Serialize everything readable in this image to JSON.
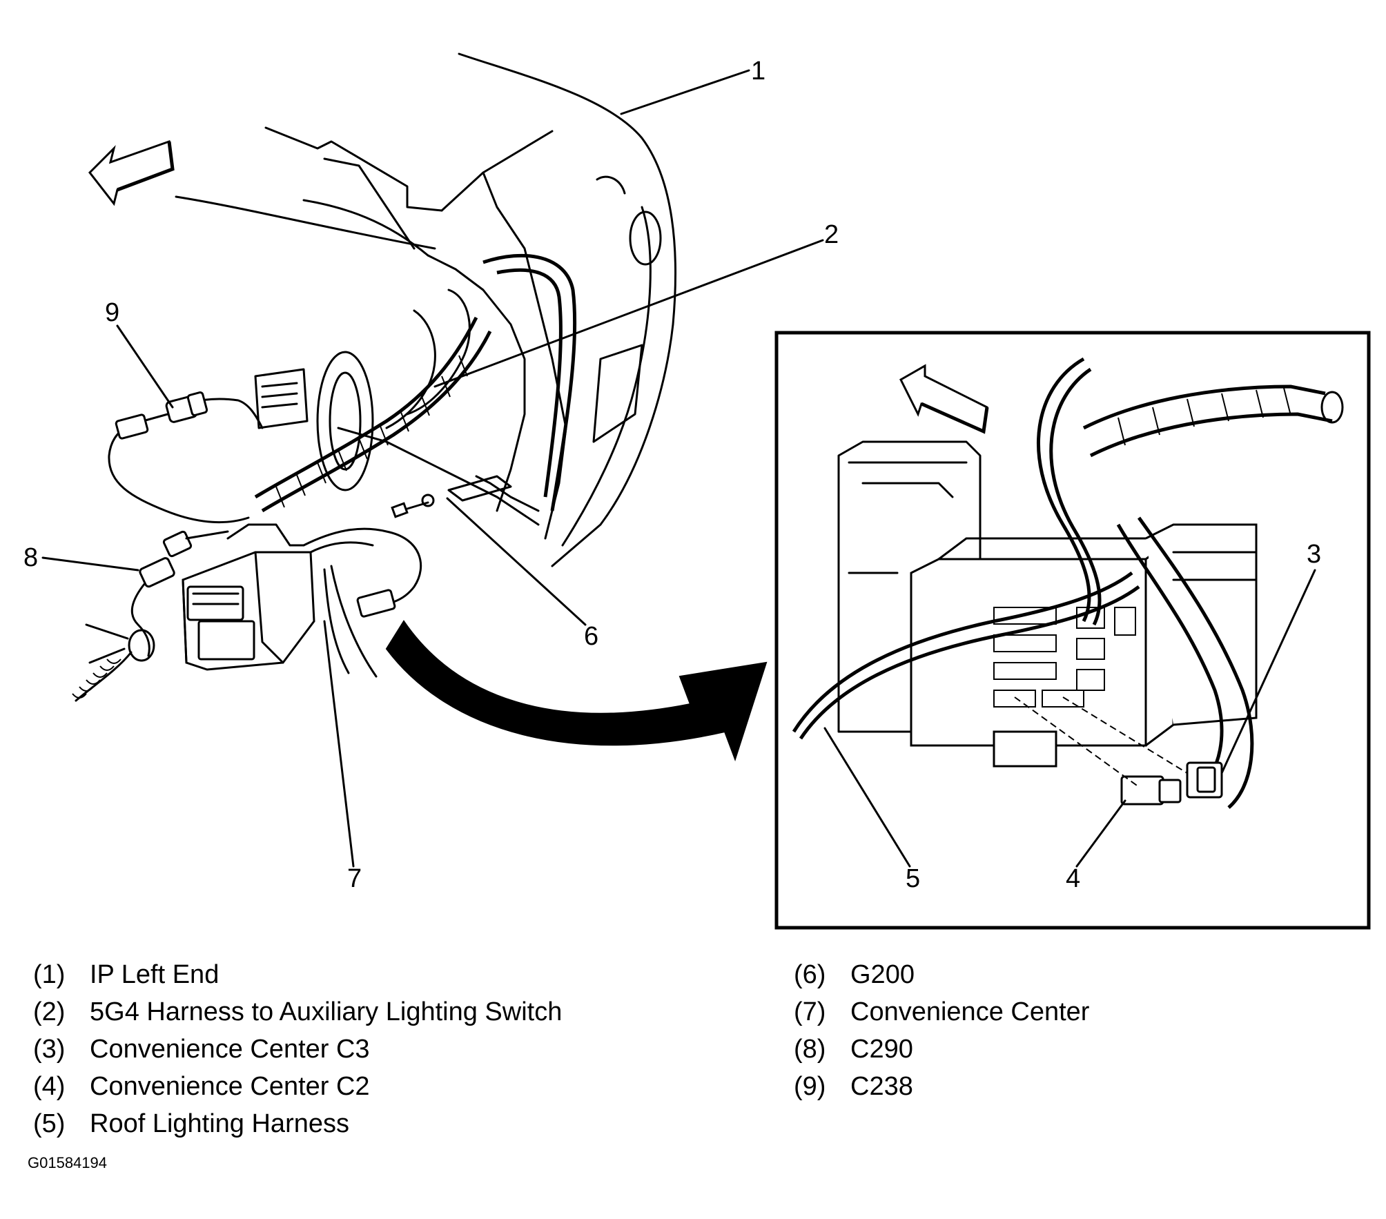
{
  "callouts": {
    "c1": "1",
    "c2": "2",
    "c3": "3",
    "c4": "4",
    "c5": "5",
    "c6": "6",
    "c7": "7",
    "c8": "8",
    "c9": "9"
  },
  "legend": [
    {
      "num": "(1)",
      "text": "IP Left End"
    },
    {
      "num": "(2)",
      "text": "5G4 Harness to Auxiliary Lighting Switch"
    },
    {
      "num": "(3)",
      "text": "Convenience Center C3"
    },
    {
      "num": "(4)",
      "text": "Convenience Center C2"
    },
    {
      "num": "(5)",
      "text": "Roof Lighting Harness"
    },
    {
      "num": "(6)",
      "text": "G200"
    },
    {
      "num": "(7)",
      "text": "Convenience Center"
    },
    {
      "num": "(8)",
      "text": "C290"
    },
    {
      "num": "(9)",
      "text": "C238"
    }
  ],
  "figure_id": "G01584194"
}
